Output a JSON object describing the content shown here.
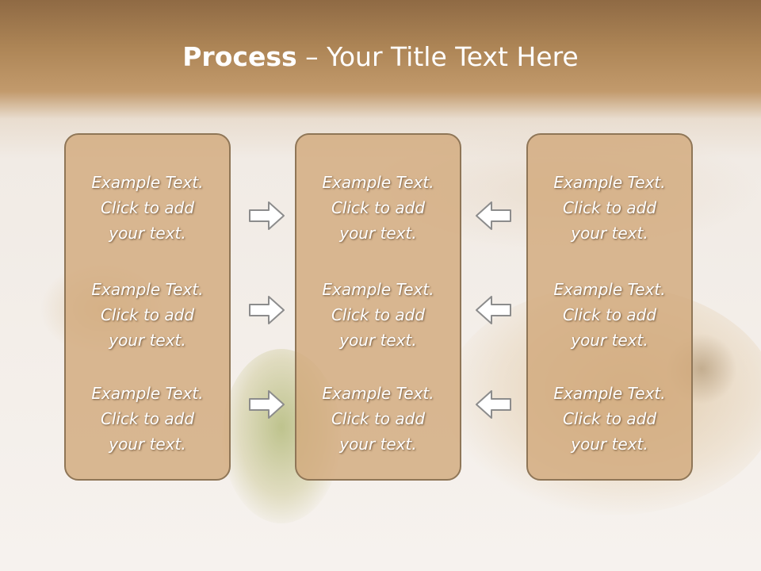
{
  "title": {
    "bold": "Process",
    "rest": " – Your Title Text Here"
  },
  "columns": [
    {
      "blocks": [
        "Example Text.\nClick  to add\nyour text.",
        "Example Text.\nClick  to add\nyour text.",
        "Example Text.\nClick  to add\nyour text."
      ]
    },
    {
      "blocks": [
        "Example Text.\nClick  to add\nyour text.",
        "Example Text.\nClick  to add\nyour text.",
        "Example Text.\nClick  to add\nyour text."
      ]
    },
    {
      "blocks": [
        "Example Text.\nClick  to add\nyour text.",
        "Example Text.\nClick  to add\nyour text.",
        "Example Text.\nClick  to add\nyour text."
      ]
    }
  ],
  "arrows": {
    "left_group": "arrow-right-icon",
    "right_group": "arrow-left-icon"
  },
  "colors": {
    "header": "#ad8556",
    "box_fill": "#d2aa7d",
    "box_border": "#8f7657",
    "arrow_fill": "#ffffff",
    "arrow_stroke": "#8c8c8c"
  }
}
